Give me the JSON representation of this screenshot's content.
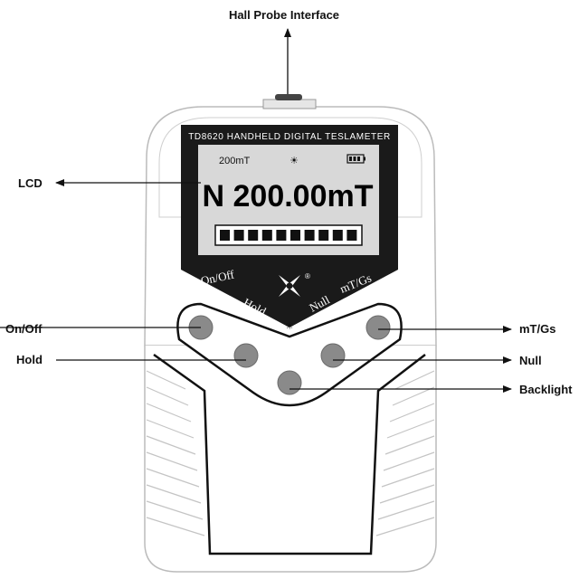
{
  "title": "Hall Probe Interface",
  "device": {
    "model_title": "TD8620 HANDHELD DIGITAL TESLAMETER",
    "lcd": {
      "range": "200mT",
      "sun_symbol": "☀",
      "battery_icon": "battery-icon",
      "reading": "N 200.00mT",
      "bar_segments": 10
    },
    "panel_labels": {
      "on_off": "On/Off",
      "hold": "Hold",
      "null": "Null",
      "unit": "mT/Gs",
      "registered": "®",
      "backlight_symbol": "☀"
    }
  },
  "callouts": {
    "lcd": "LCD",
    "on_off": "On/Off",
    "hold": "Hold",
    "unit": "mT/Gs",
    "null": "Null",
    "backlight": "Backlight"
  },
  "colors": {
    "screen_frame": "#1a1a1a",
    "screen": "#d8d8d8",
    "button": "#8a8a8a",
    "outline": "#bbbbbb"
  }
}
